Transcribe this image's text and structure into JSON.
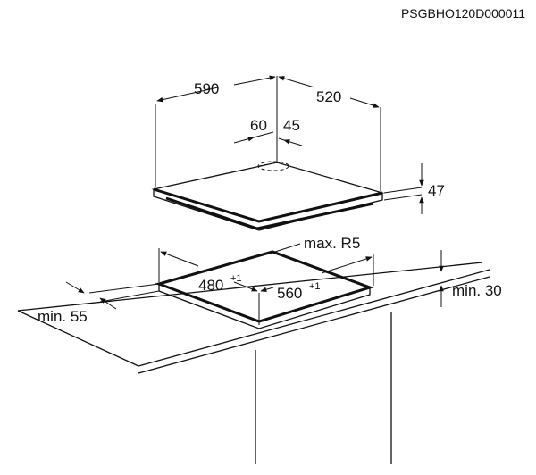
{
  "doc_code": "PSGBHO120D000011",
  "dimensions": {
    "width": "590",
    "depth": "520",
    "offset_left": "60",
    "offset_right": "45",
    "height": "47",
    "cutout_depth": "480",
    "cutout_depth_tol": "+1",
    "cutout_width": "560",
    "cutout_width_tol": "+1",
    "corner_radius": "max. R5",
    "min_front": "min. 55",
    "min_below": "min. 30"
  }
}
